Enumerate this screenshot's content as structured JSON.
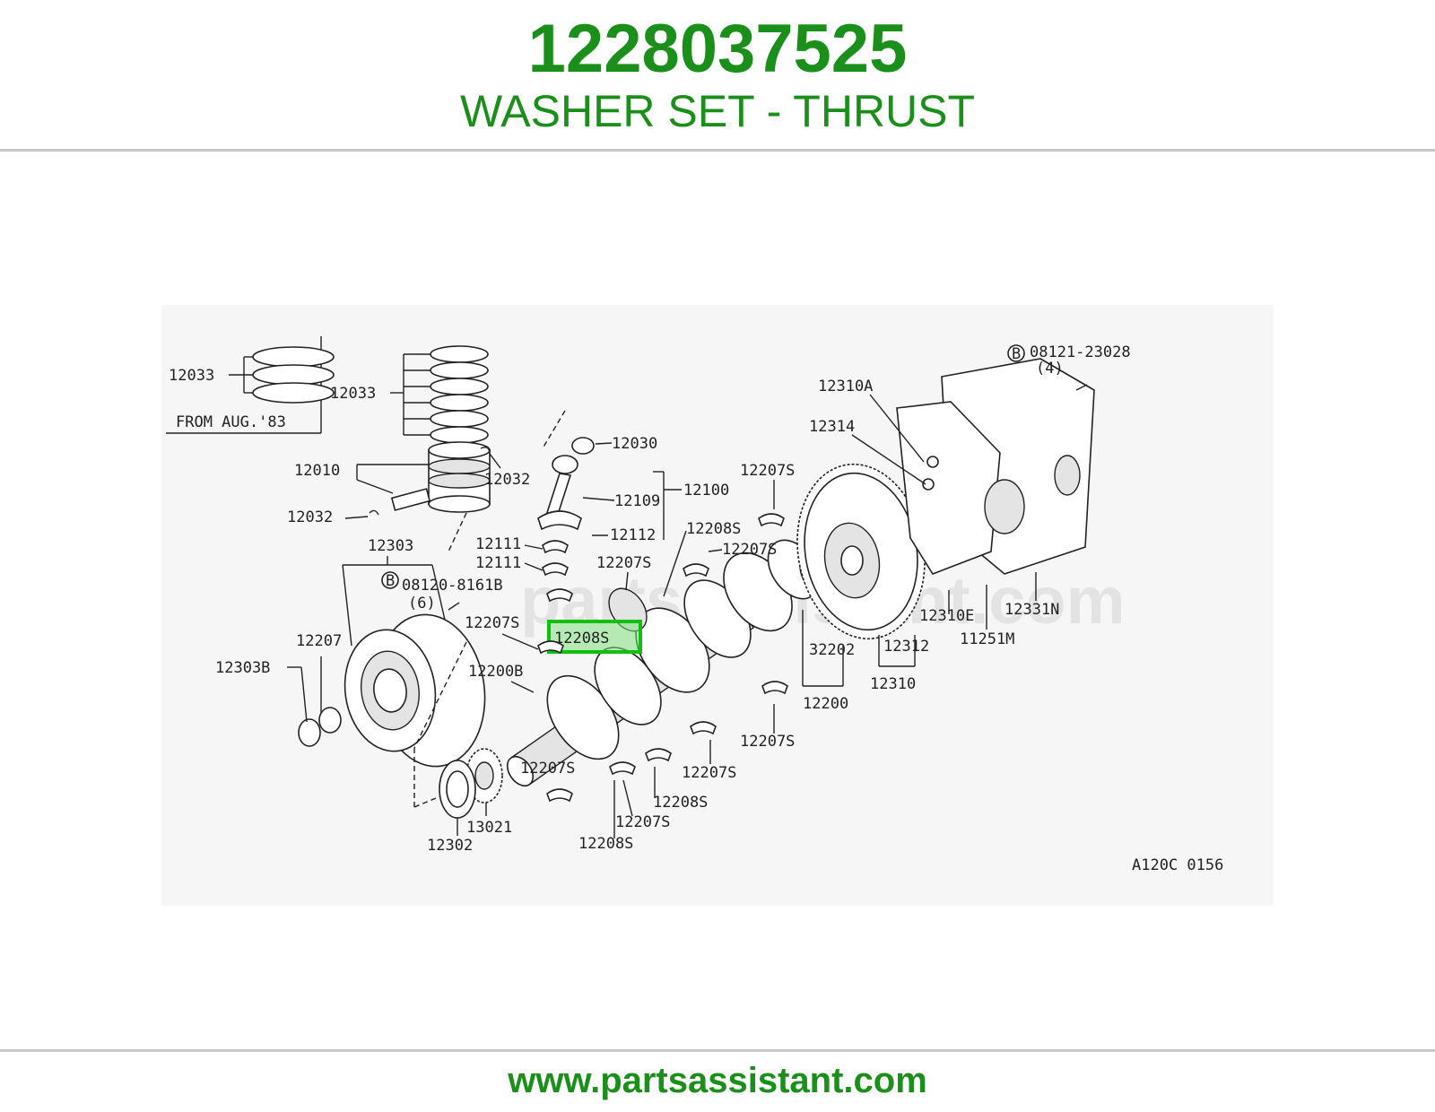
{
  "header": {
    "part_number": "1228037525",
    "description": "WASHER SET - THRUST"
  },
  "footer": {
    "url": "www.partsassistant.com"
  },
  "diagram": {
    "watermark": "partsassistant.com",
    "code": "A120C 0156",
    "highlight_label": "12208S",
    "labels": {
      "l12033a": "12033",
      "from_aug": "FROM AUG.'83",
      "l12033b": "12033",
      "l12010": "12010",
      "l12032a": "12032",
      "l12032b": "12032",
      "l12030": "12030",
      "l12109": "12109",
      "l12100": "12100",
      "l12112": "12112",
      "l12111a": "12111",
      "l12111b": "12111",
      "l12303": "12303",
      "b08120": "08120-8161B",
      "qty6": "(6)",
      "l12207": "12207",
      "l12303b": "12303B",
      "l12207s_a": "12207S",
      "l12200b": "12200B",
      "l12207s_b": "12207S",
      "l12208s_a": "12208S",
      "l12207s_c": "12207S",
      "l12207s_d": "12207S",
      "l12207s_e": "12207S",
      "l12207s_f": "12207S",
      "l12207s_g": "12207S",
      "l12208s_b": "12208S",
      "l12207s_h": "12207S",
      "l12208s_c": "12208S",
      "l13021": "13021",
      "l12302": "12302",
      "l32202": "32202",
      "l12200": "12200",
      "l12310": "12310",
      "l12312": "12312",
      "l12310e": "12310E",
      "l11251m": "11251M",
      "l12331n": "12331N",
      "l12310a": "12310A",
      "l12314": "12314",
      "b08121": "08121-23028",
      "qty4": "(4)",
      "bolt_b1": "B",
      "bolt_b2": "B"
    }
  }
}
